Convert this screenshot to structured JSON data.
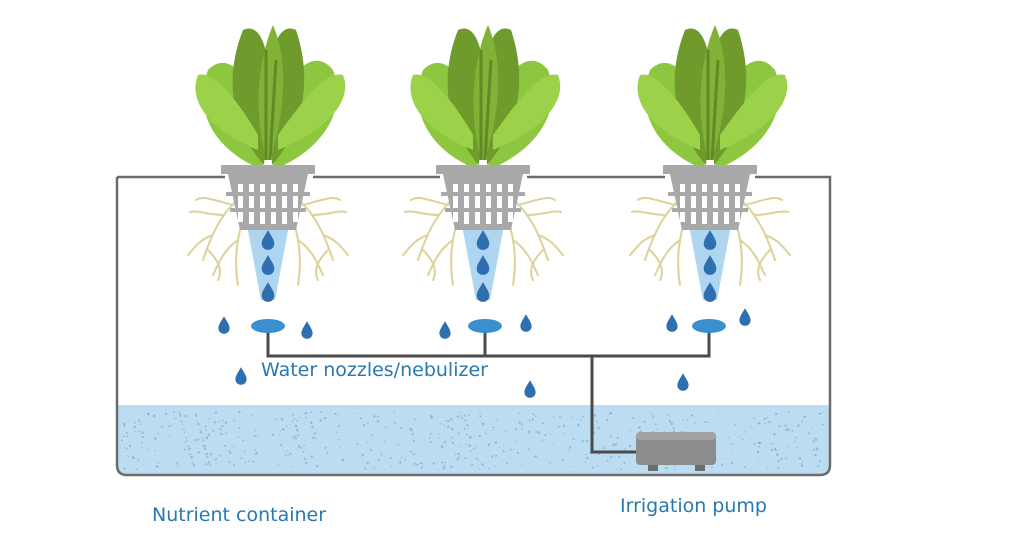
{
  "labels": {
    "nozzles": "Water nozzles/nebulizer",
    "container": "Nutrient container",
    "pump": "Irrigation pump"
  },
  "plants": [
    {
      "name": "plant-left"
    },
    {
      "name": "plant-middle"
    },
    {
      "name": "plant-right"
    }
  ],
  "colors": {
    "leaf_dark": "#6f9a2c",
    "leaf_light": "#8dc63f",
    "basket": "#a8a8a8",
    "roots": "#ddd29a",
    "water_spray": "#aed6f0",
    "droplet": "#2e6fb0",
    "nozzle": "#3a8fd0",
    "pipe": "#4a4a4a",
    "tank_outline": "#6b6b6b",
    "nutrient_solution": "#bcdcf2",
    "pump": "#8c8c8c",
    "label_text": "#2a78b0"
  },
  "icons": [
    "water-droplet-icon",
    "nozzle-icon",
    "pump-icon",
    "lettuce-icon",
    "net-pot-icon"
  ]
}
